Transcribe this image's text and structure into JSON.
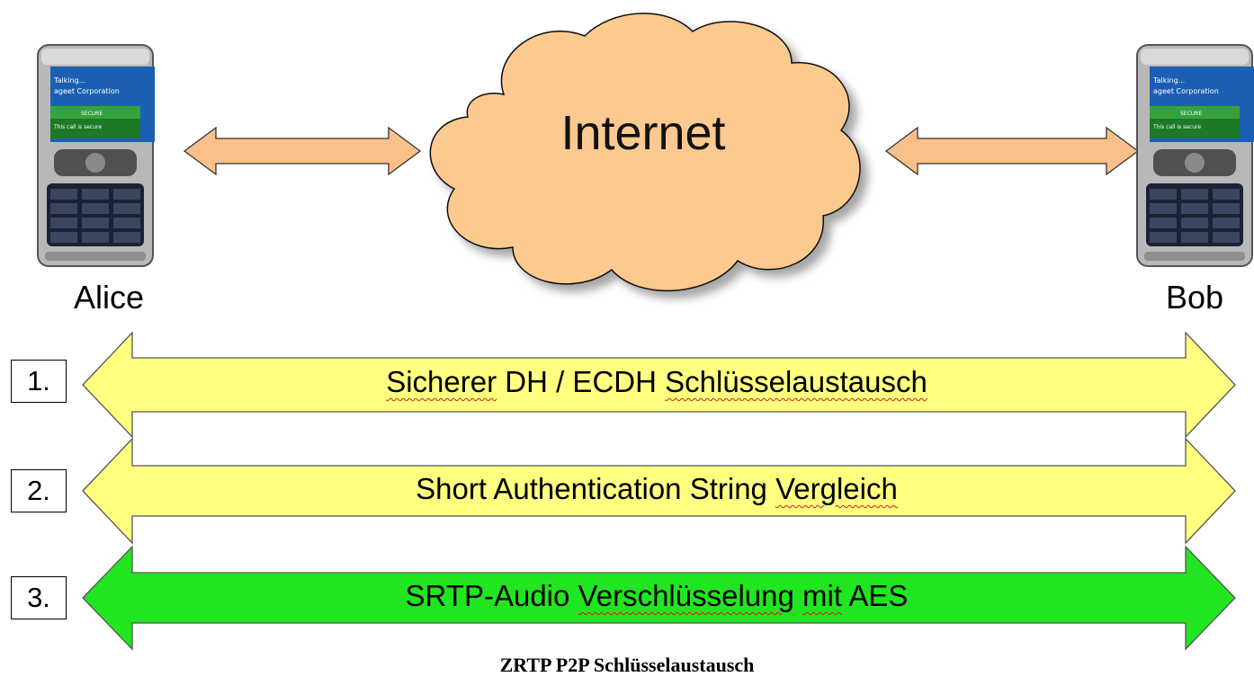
{
  "cloud": {
    "label": "Internet"
  },
  "alice": {
    "name": "Alice",
    "screen": {
      "status": "Talking...",
      "caller": "ageet Corporation",
      "badge": "SECURE",
      "note": "This call is secure"
    }
  },
  "bob": {
    "name": "Bob",
    "screen": {
      "status": "Talking...",
      "caller": "ageet Corporation",
      "badge": "SECURE",
      "note": "This call is secure"
    }
  },
  "steps": [
    {
      "number": "1.",
      "words": [
        "Sicherer",
        "DH / ECDH",
        "Schlüsselaustausch"
      ],
      "color": "#ffff80"
    },
    {
      "number": "2.",
      "words": [
        "Short Authentication String",
        "Vergleich"
      ],
      "color": "#ffff80"
    },
    {
      "number": "3.",
      "words": [
        "SRTP-Audio",
        "Verschlüsselung",
        "mit",
        "AES"
      ],
      "color": "#22e522"
    }
  ],
  "colors": {
    "cloud": "#fcc98f",
    "link_arrow": "#f9c08a"
  },
  "caption": "ZRTP P2P Schlüsselaustausch"
}
